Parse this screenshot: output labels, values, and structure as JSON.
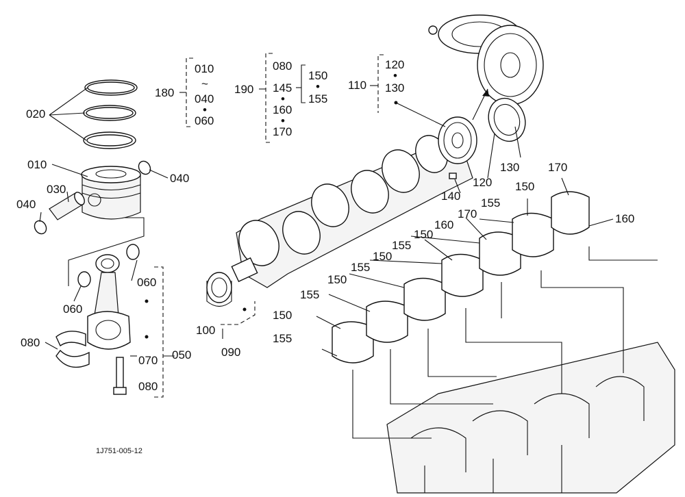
{
  "diagram_code": "1J751-005-12",
  "labels": {
    "p010": "010",
    "p020": "020",
    "p030": "030",
    "p040a": "040",
    "p040b": "040",
    "p050": "050",
    "p060a": "060",
    "p060b": "060",
    "p070": "070",
    "p080a": "080",
    "p080b": "080",
    "p090": "090",
    "p100": "100",
    "p110": "110",
    "p120a": "120",
    "p120b": "120",
    "p130a": "130",
    "p130b": "130",
    "p140": "140",
    "p150_1": "150",
    "p150_2": "150",
    "p150_3": "150",
    "p150_4": "150",
    "p150_5": "150",
    "p155_1": "155",
    "p155_2": "155",
    "p155_3": "155",
    "p155_4": "155",
    "p155_5": "155",
    "p160a": "160",
    "p160b": "160",
    "p170a": "170",
    "p170b": "170"
  },
  "groups": {
    "g180": {
      "label": "180",
      "items": [
        "010",
        "~",
        "040",
        "•",
        "060"
      ]
    },
    "g190": {
      "label": "190",
      "items": [
        "080",
        "145",
        "•",
        "160",
        "•",
        "170"
      ],
      "sub": [
        "150",
        "•",
        "155"
      ]
    },
    "g110": {
      "label": "110",
      "items": [
        "120",
        "•",
        "130"
      ]
    }
  }
}
